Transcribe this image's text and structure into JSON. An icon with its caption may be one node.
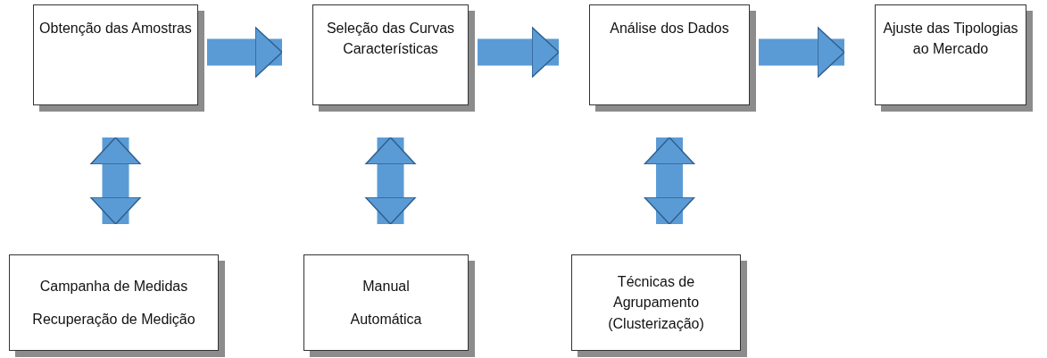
{
  "diagram": {
    "nodes": [
      {
        "text": [
          "Obtenção das Amostras"
        ]
      },
      {
        "text": [
          "Seleção das Curvas Características"
        ]
      },
      {
        "text": [
          "Análise dos Dados"
        ]
      },
      {
        "text": [
          "Ajuste das Tipologias ao Mercado"
        ]
      },
      {
        "text": [
          "Campanha de Medidas",
          "Recuperação de Medição"
        ]
      },
      {
        "text": [
          "Manual",
          "Automática"
        ]
      },
      {
        "text": [
          "Técnicas de Agrupamento (Clusterização)"
        ]
      }
    ],
    "edges": [
      {
        "from": 0,
        "to": 1,
        "arrow": "to"
      },
      {
        "from": 1,
        "to": 2,
        "arrow": "to"
      },
      {
        "from": 2,
        "to": 3,
        "arrow": "to"
      },
      {
        "from": 0,
        "to": 4,
        "arrow": "both"
      },
      {
        "from": 1,
        "to": 5,
        "arrow": "both"
      },
      {
        "from": 2,
        "to": 6,
        "arrow": "both"
      }
    ]
  }
}
